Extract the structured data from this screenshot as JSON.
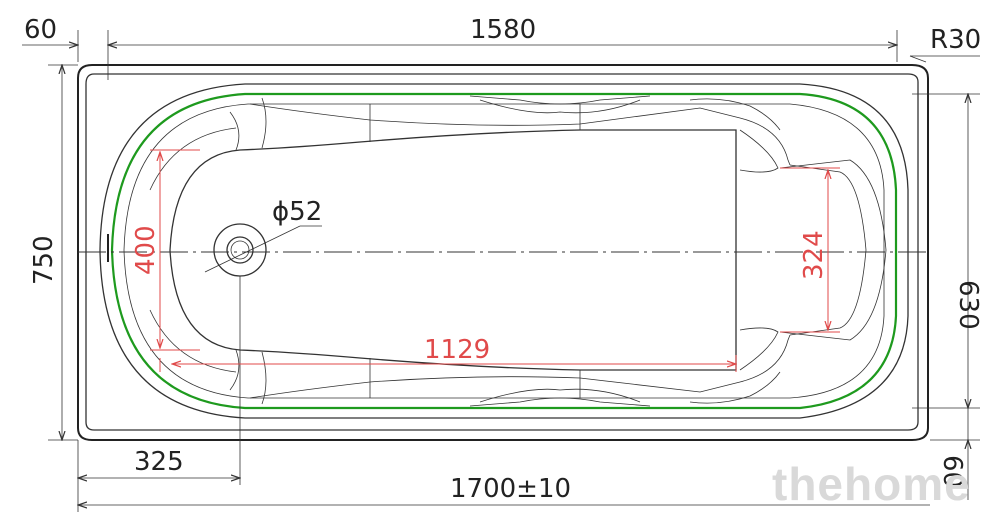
{
  "dimensions": {
    "overall_length": "1700±10",
    "inner_length": "1580",
    "left_rim": "60",
    "bottom_rim": "60",
    "overall_width": "750",
    "inner_width": "630",
    "corner_radius": "R30",
    "drain_offset": "325",
    "drain_diameter": "ϕ52"
  },
  "inner_dimensions": {
    "bottom_length": "1129",
    "bottom_width_left": "400",
    "bottom_width_right": "324"
  },
  "colors": {
    "line": "#333333",
    "red_dim": "#e04a4a",
    "green_outline": "#1e9a1e",
    "watermark": "#d9d9d9"
  },
  "watermark": "thehome"
}
